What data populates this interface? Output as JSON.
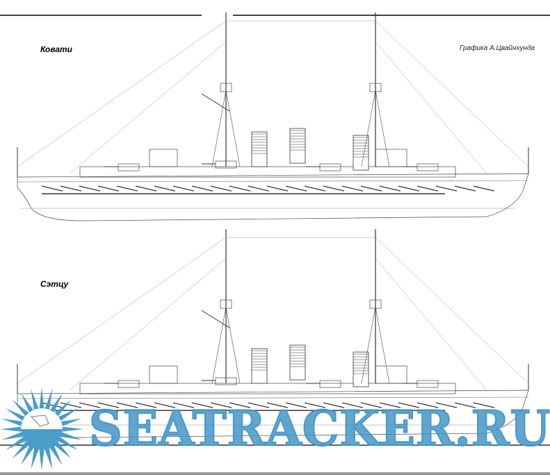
{
  "ships": [
    {
      "name": "Ковати"
    },
    {
      "name": "Сэтцу"
    }
  ],
  "credit": "Графика А.Цвайнхунда",
  "watermark": {
    "text": "SEATRACKER.RU",
    "color": "#4a9cc9"
  }
}
